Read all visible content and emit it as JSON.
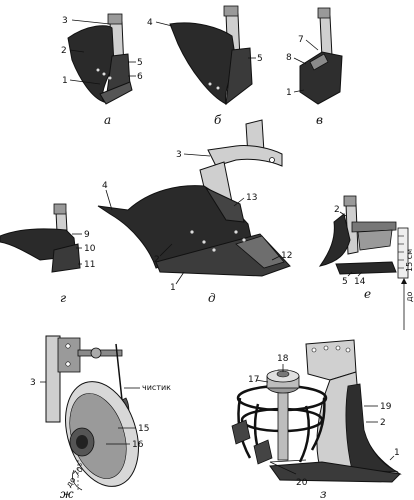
{
  "panels": {
    "a": {
      "caption": "а",
      "labels": {
        "n3": "3",
        "n2": "2",
        "n5": "5",
        "n6": "6",
        "n1": "1"
      }
    },
    "b": {
      "caption": "б",
      "labels": {
        "n4": "4",
        "n5": "5"
      }
    },
    "v": {
      "caption": "в",
      "labels": {
        "n7": "7",
        "n8": "8",
        "n1": "1"
      }
    },
    "d": {
      "caption": "д",
      "labels": {
        "n3": "3",
        "n4": "4",
        "n13": "13",
        "n2": "2",
        "n12": "12",
        "n1": "1"
      }
    },
    "g": {
      "caption": "г",
      "labels": {
        "n9": "9",
        "n10": "10",
        "n11": "11"
      }
    },
    "e": {
      "caption": "е",
      "labels": {
        "n2": "2",
        "n5": "5",
        "n14": "14",
        "dim1": "15 см",
        "dim2": "до"
      }
    },
    "zh": {
      "caption": "ж",
      "labels": {
        "n3": "3",
        "cleaner": "чистик",
        "n15": "15",
        "n16": "16",
        "angle": "до 70°"
      }
    },
    "z": {
      "caption": "з",
      "labels": {
        "n18": "18",
        "n17": "17",
        "n19": "19",
        "n2": "2",
        "n1": "1",
        "n20": "20"
      }
    }
  },
  "colors": {
    "ink": "#111111",
    "dark": "#2a2a2a",
    "mid": "#6e6e6e",
    "light": "#bdbdbd"
  }
}
